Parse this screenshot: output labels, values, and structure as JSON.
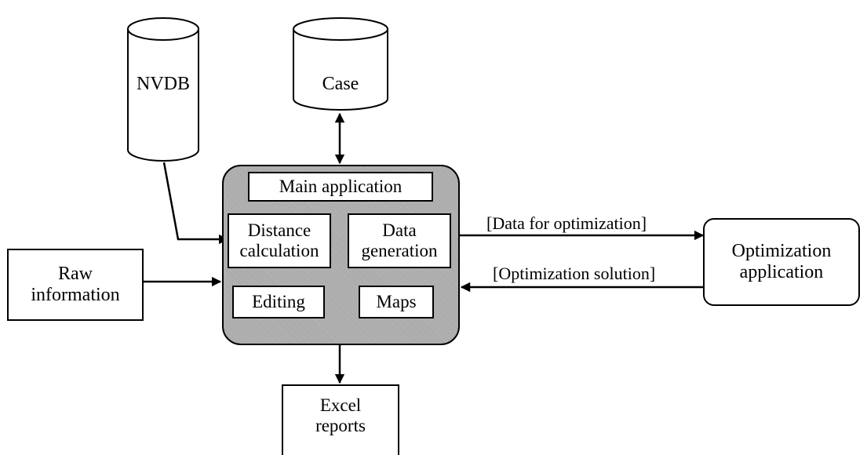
{
  "databases": {
    "nvdb": "NVDB",
    "case": "Case"
  },
  "main_app": {
    "title": "Main application",
    "modules": {
      "distance_line1": "Distance",
      "distance_line2": "calculation",
      "datagen_line1": "Data",
      "datagen_line2": "generation",
      "editing": "Editing",
      "maps": "Maps"
    }
  },
  "raw_info": {
    "line1": "Raw",
    "line2": "information"
  },
  "optimization_app": {
    "line1": "Optimization",
    "line2": "application"
  },
  "excel_reports": {
    "line1": "Excel",
    "line2": "reports"
  },
  "flows": {
    "data_for_optimization": "[Data for optimization]",
    "optimization_solution": "[Optimization solution]"
  }
}
